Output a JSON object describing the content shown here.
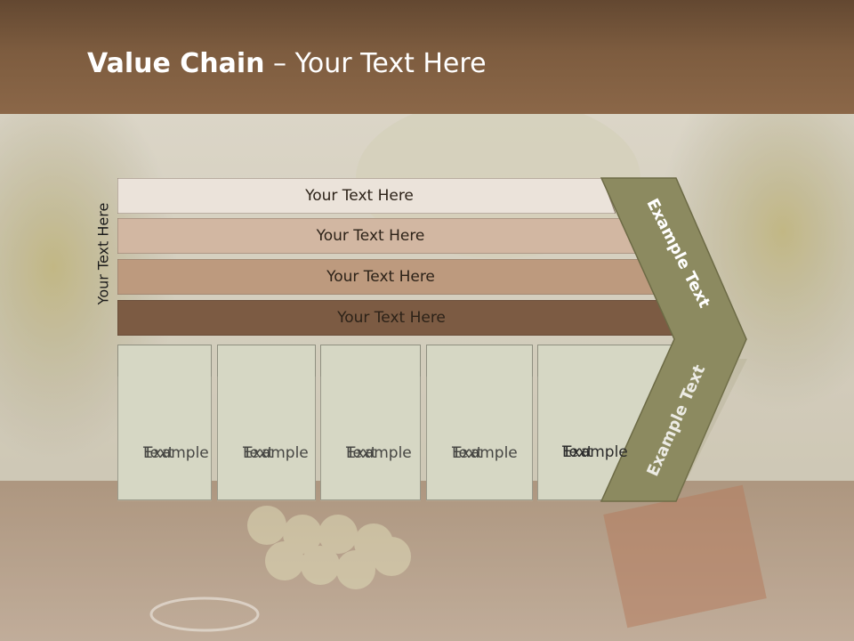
{
  "slide": {
    "title_bold": "Value Chain",
    "title_rest": " – Your Text Here",
    "side_label": "Your Text Here",
    "bars": [
      {
        "label": "Your Text Here",
        "color": "#ebe3da"
      },
      {
        "label": "Your Text Here",
        "color": "#d2b7a2"
      },
      {
        "label": "Your Text Here",
        "color": "#bd9a7e"
      },
      {
        "label": "Your Text Here",
        "color": "#7c5b43"
      }
    ],
    "boxes": [
      {
        "line1": "Example",
        "line2": "Text"
      },
      {
        "line1": "Example",
        "line2": "Text"
      },
      {
        "line1": "Example",
        "line2": "Text"
      },
      {
        "line1": "Example",
        "line2": "Text"
      },
      {
        "line1": "Example",
        "line2": "Text"
      }
    ],
    "chevron_top_label": "Example Text",
    "chevron_bottom_label": "Example Text",
    "chevron_color": "#8c8a60"
  }
}
